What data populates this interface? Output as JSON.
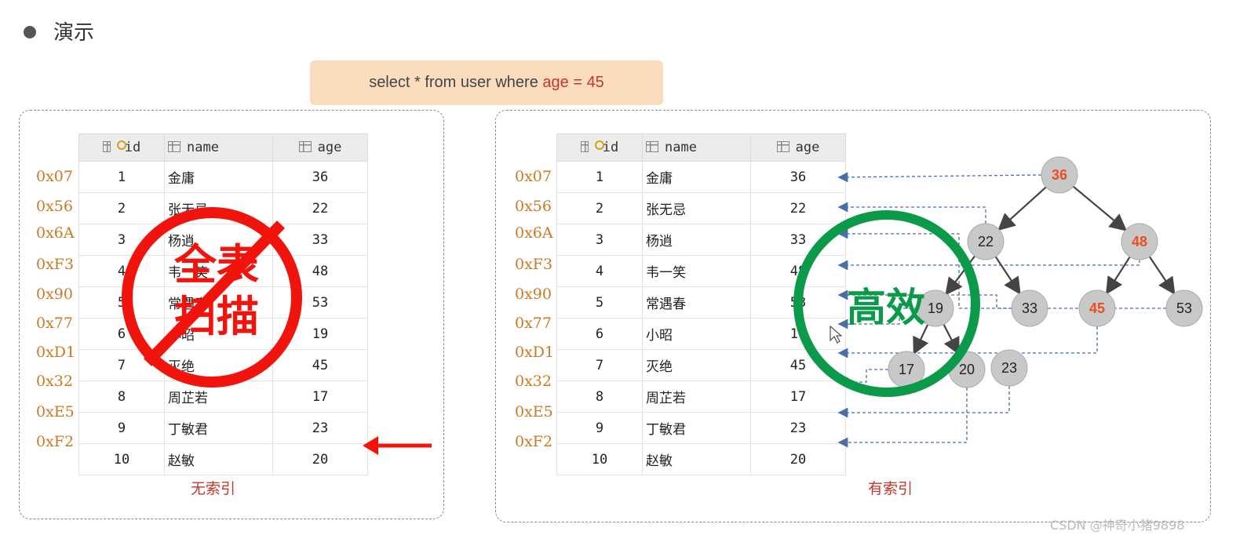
{
  "heading": "演示",
  "query": {
    "pre": "select * from user where ",
    "field": "age",
    "op": " = ",
    "value": "45"
  },
  "columns": [
    "id",
    "name",
    "age"
  ],
  "rows": [
    {
      "addr": "0x07",
      "id": "1",
      "name": "金庸",
      "age": "36"
    },
    {
      "addr": "0x56",
      "id": "2",
      "name": "张无忌",
      "age": "22"
    },
    {
      "addr": "0x6A",
      "id": "3",
      "name": "杨逍",
      "age": "33"
    },
    {
      "addr": "0xF3",
      "id": "4",
      "name": "韦一笑",
      "age": "48"
    },
    {
      "addr": "0x90",
      "id": "5",
      "name": "常遇春",
      "age": "53"
    },
    {
      "addr": "0x77",
      "id": "6",
      "name": "小昭",
      "age": "19"
    },
    {
      "addr": "0xD1",
      "id": "7",
      "name": "灭绝",
      "age": "45"
    },
    {
      "addr": "0x32",
      "id": "8",
      "name": "周芷若",
      "age": "17"
    },
    {
      "addr": "0xE5",
      "id": "9",
      "name": "丁敏君",
      "age": "23"
    },
    {
      "addr": "0xF2",
      "id": "10",
      "name": "赵敏",
      "age": "20"
    }
  ],
  "left": {
    "stamp_line1": "全表",
    "stamp_line2": "扫描",
    "caption": "无索引"
  },
  "right": {
    "stamp": "高效",
    "caption": "有索引"
  },
  "tree": {
    "nodes": [
      "36",
      "22",
      "48",
      "19",
      "33",
      "45",
      "53",
      "17",
      "20",
      "23"
    ],
    "highlight": [
      "36",
      "48",
      "45"
    ],
    "highlight_color": "#e8501e",
    "edges": [
      [
        "36",
        "22"
      ],
      [
        "36",
        "48"
      ],
      [
        "22",
        "19"
      ],
      [
        "22",
        "33"
      ],
      [
        "48",
        "45"
      ],
      [
        "48",
        "53"
      ],
      [
        "19",
        "17"
      ],
      [
        "19",
        "20"
      ]
    ]
  },
  "colors": {
    "stamp_red": "#f0140c",
    "stamp_green": "#0a9a4a",
    "pointer": "#4a6fa5"
  },
  "watermark": "CSDN @神奇小猪9898"
}
